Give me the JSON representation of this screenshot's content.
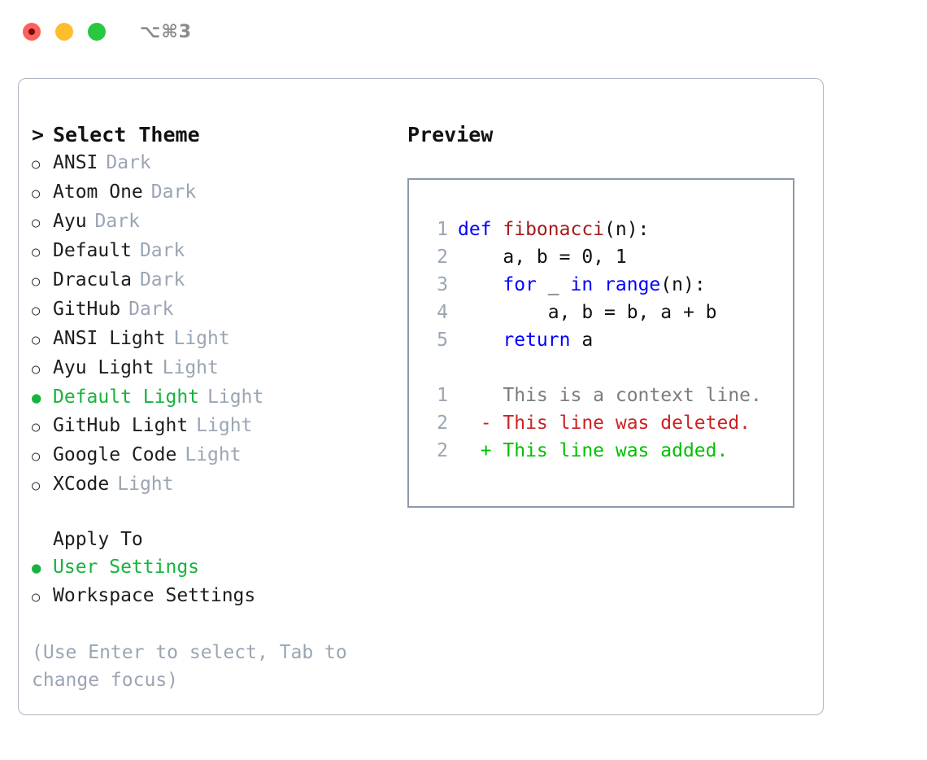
{
  "window": {
    "shortcut_hint": "⌥⌘3",
    "traffic_lights": [
      "close-button",
      "minimize-button",
      "maximize-button"
    ]
  },
  "theme_list": {
    "header_caret": ">",
    "header_label": "Select Theme",
    "selected_marker": "●",
    "unselected_marker": "○",
    "items": [
      {
        "name": "ANSI",
        "tag": "Dark",
        "selected": false
      },
      {
        "name": "Atom One",
        "tag": "Dark",
        "selected": false
      },
      {
        "name": "Ayu",
        "tag": "Dark",
        "selected": false
      },
      {
        "name": "Default",
        "tag": "Dark",
        "selected": false
      },
      {
        "name": "Dracula",
        "tag": "Dark",
        "selected": false
      },
      {
        "name": "GitHub",
        "tag": "Dark",
        "selected": false
      },
      {
        "name": "ANSI Light",
        "tag": "Light",
        "selected": false
      },
      {
        "name": "Ayu Light",
        "tag": "Light",
        "selected": false
      },
      {
        "name": "Default Light",
        "tag": "Light",
        "selected": true
      },
      {
        "name": "GitHub Light",
        "tag": "Light",
        "selected": false
      },
      {
        "name": "Google Code",
        "tag": "Light",
        "selected": false
      },
      {
        "name": "XCode",
        "tag": "Light",
        "selected": false
      }
    ]
  },
  "apply_to": {
    "title": "Apply To",
    "options": [
      {
        "name": "User Settings",
        "selected": true
      },
      {
        "name": "Workspace Settings",
        "selected": false
      }
    ]
  },
  "hint": "(Use Enter to select, Tab to change focus)",
  "preview": {
    "title": "Preview",
    "code_lines": [
      {
        "num": "1",
        "tokens": [
          {
            "t": "def ",
            "c": "kw"
          },
          {
            "t": "fibonacci",
            "c": "fn"
          },
          {
            "t": "(n):",
            "c": "pl"
          }
        ]
      },
      {
        "num": "2",
        "tokens": [
          {
            "t": "    a, b = 0, 1",
            "c": "pl"
          }
        ]
      },
      {
        "num": "3",
        "tokens": [
          {
            "t": "    ",
            "c": "pl"
          },
          {
            "t": "for",
            "c": "kw"
          },
          {
            "t": " _ ",
            "c": "pl"
          },
          {
            "t": "in",
            "c": "kw"
          },
          {
            "t": " ",
            "c": "pl"
          },
          {
            "t": "range",
            "c": "kw"
          },
          {
            "t": "(n):",
            "c": "pl"
          }
        ]
      },
      {
        "num": "4",
        "tokens": [
          {
            "t": "        a, b = b, a + b",
            "c": "pl"
          }
        ]
      },
      {
        "num": "5",
        "tokens": [
          {
            "t": "    ",
            "c": "pl"
          },
          {
            "t": "return",
            "c": "kw"
          },
          {
            "t": " a",
            "c": "pl"
          }
        ]
      }
    ],
    "diff_lines": [
      {
        "num": "1",
        "marker": " ",
        "text": "This is a context line.",
        "kind": "ctx"
      },
      {
        "num": "2",
        "marker": "-",
        "text": "This line was deleted.",
        "kind": "del"
      },
      {
        "num": "2",
        "marker": "+",
        "text": "This line was added.",
        "kind": "add"
      }
    ]
  },
  "colors": {
    "accent_green": "#17b33e",
    "tag_gray": "#9aa5b4",
    "keyword_blue": "#0000ff",
    "function_red": "#a61b1b",
    "diff_delete": "#cc2222",
    "diff_add": "#00c000",
    "panel_border": "#aeb6c2",
    "preview_border": "#8c99ab"
  }
}
